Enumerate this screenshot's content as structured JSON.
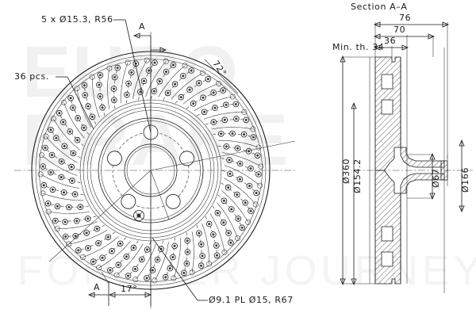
{
  "drawing": {
    "title": "Brake disc technical drawing",
    "watermark_top": "EURO BRAKE",
    "watermark_bottom": "FOREVER JOURNEY",
    "watermark_top_line1": "EURO",
    "watermark_top_line2": "BRAKE"
  },
  "front_view": {
    "callout_holes": "5 x Ø15.3, R56",
    "callout_pieces": "36 pcs.",
    "callout_drilled": "Ø9.1 PL Ø15, R67",
    "angle_outer": "72°",
    "angle_pitch": "17°",
    "section_mark_top": "A",
    "section_mark_bottom": "A",
    "bolt_hole_count": 5,
    "slot_group_count": 36
  },
  "section_view": {
    "title": "Section A–A",
    "dim_overall_width": "76",
    "dim_inner_width": "70",
    "dim_hat_depth": "36",
    "min_thickness": "Min. th. 34",
    "dia_outer": "Ø360",
    "dia_inner_face": "Ø154.2",
    "dia_bore": "Ø67",
    "dia_hat": "Ø166"
  },
  "colors": {
    "line": "#1a1a1a",
    "background": "#ffffff",
    "watermark": "#f1f1f1",
    "hatch": "#1a1a1a"
  }
}
